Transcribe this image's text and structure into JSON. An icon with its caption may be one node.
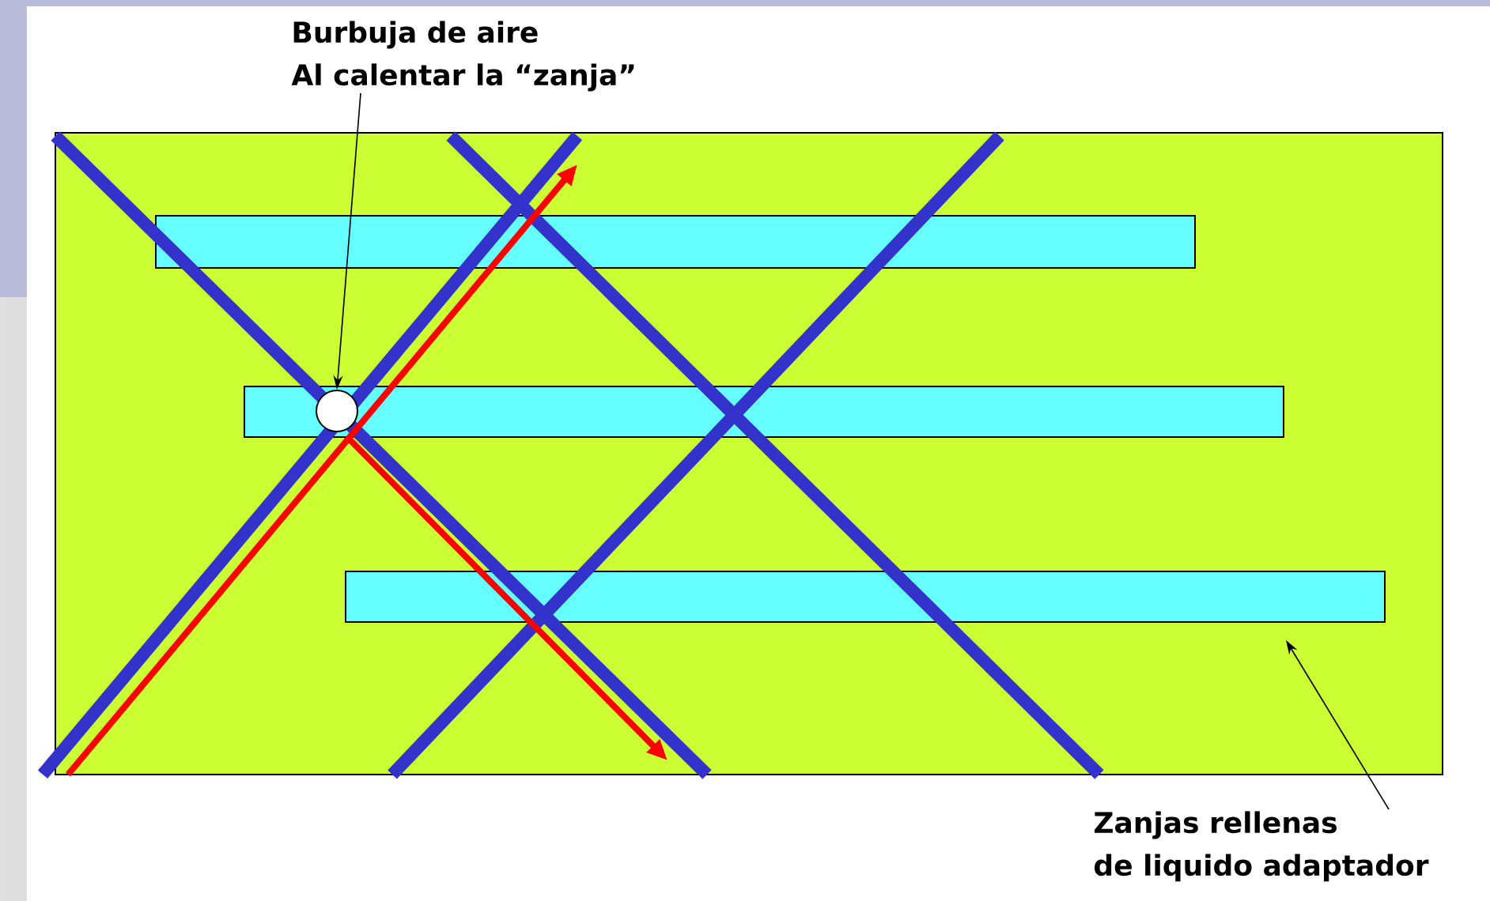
{
  "diagram": {
    "nodes": [
      {
        "text": [
          "Burbuja de aire",
          "Al calentar la “zanja”"
        ]
      },
      {
        "text": [],
        "shape": "box"
      },
      {
        "text": [],
        "shape": "bar",
        "in": 1
      },
      {
        "text": [],
        "shape": "bar",
        "in": 1
      },
      {
        "text": [],
        "shape": "bar",
        "in": 1
      },
      {
        "text": [],
        "shape": "circle",
        "in": 3
      },
      {
        "text": [
          "Zanjas rellenas",
          "de liquido adaptador"
        ]
      }
    ],
    "edges": [
      {
        "from": 0,
        "to": 5,
        "arrow": "to"
      },
      {
        "from": 6,
        "to": 4,
        "arrow": "to"
      }
    ]
  }
}
